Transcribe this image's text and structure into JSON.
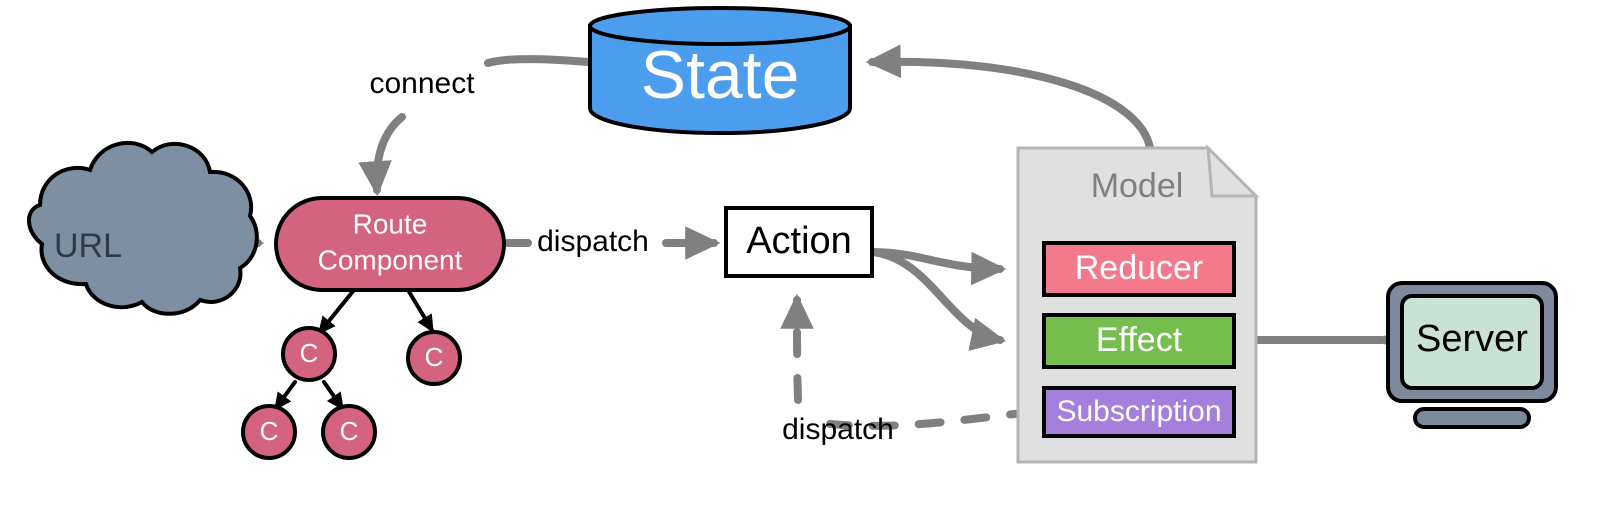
{
  "diagram": {
    "title": "Redux / NgRx data flow diagram",
    "nodes": {
      "url": {
        "label": "URL",
        "shape": "cloud",
        "fill": "#7d8fa0",
        "text_color": "#313a45",
        "font_size": 34
      },
      "route_component": {
        "label_line1": "Route",
        "label_line2": "Component",
        "shape": "pill",
        "fill": "#d4637f",
        "text_color": "#ffffff",
        "font_size": 28
      },
      "state": {
        "label": "State",
        "shape": "cylinder",
        "fill": "#4c9ded",
        "text_color": "#ffffff",
        "font_size": 68
      },
      "action": {
        "label": "Action",
        "shape": "rect",
        "fill": "#ffffff",
        "text_color": "#000000",
        "font_size": 38
      },
      "model": {
        "label": "Model",
        "shape": "note",
        "fill": "#e0e0e0",
        "text_color": "#808080",
        "font_size": 34
      },
      "reducer": {
        "label": "Reducer",
        "shape": "rect",
        "fill": "#f4798a",
        "text_color": "#ffffff",
        "font_size": 34
      },
      "effect": {
        "label": "Effect",
        "shape": "rect",
        "fill": "#76bf4e",
        "text_color": "#ffffff",
        "font_size": 34
      },
      "subscription": {
        "label": "Subscription",
        "shape": "rect",
        "fill": "#a47fdb",
        "text_color": "#ffffff",
        "font_size": 30
      },
      "server": {
        "label": "Server",
        "shape": "monitor",
        "bezel_fill": "#7d8a9b",
        "screen_fill": "#c9e2d5",
        "text_color": "#000000",
        "font_size": 38
      },
      "components": [
        {
          "label": "C",
          "fill": "#d4637f",
          "text_color": "#ffffff"
        },
        {
          "label": "C",
          "fill": "#d4637f",
          "text_color": "#ffffff"
        },
        {
          "label": "C",
          "fill": "#d4637f",
          "text_color": "#ffffff"
        },
        {
          "label": "C",
          "fill": "#d4637f",
          "text_color": "#ffffff"
        }
      ]
    },
    "edges": [
      {
        "from": "state",
        "to": "route_component",
        "label": "connect",
        "style": "solid"
      },
      {
        "from": "url",
        "to": "route_component",
        "label": "",
        "style": "solid"
      },
      {
        "from": "route_component",
        "to": "action",
        "label": "dispatch",
        "style": "solid"
      },
      {
        "from": "action",
        "to": "reducer",
        "label": "",
        "style": "solid"
      },
      {
        "from": "action",
        "to": "effect",
        "label": "",
        "style": "solid"
      },
      {
        "from": "model",
        "to": "state",
        "label": "",
        "style": "solid"
      },
      {
        "from": "effect",
        "to": "server",
        "label": "",
        "style": "bidirectional"
      },
      {
        "from": "subscription",
        "to": "action",
        "label": "dispatch",
        "style": "dashed"
      },
      {
        "from": "route_component",
        "to": "component-1",
        "label": "",
        "style": "thin"
      },
      {
        "from": "route_component",
        "to": "component-2",
        "label": "",
        "style": "thin"
      },
      {
        "from": "component-1",
        "to": "component-3",
        "label": "",
        "style": "thin"
      },
      {
        "from": "component-1",
        "to": "component-4",
        "label": "",
        "style": "thin"
      }
    ],
    "labels": {
      "connect": "connect",
      "dispatch_action": "dispatch",
      "dispatch_subscription": "dispatch"
    },
    "colors": {
      "arrow": "#808080",
      "arrow_thin": "#000000",
      "outline": "#000000",
      "background": "#ffffff"
    }
  }
}
